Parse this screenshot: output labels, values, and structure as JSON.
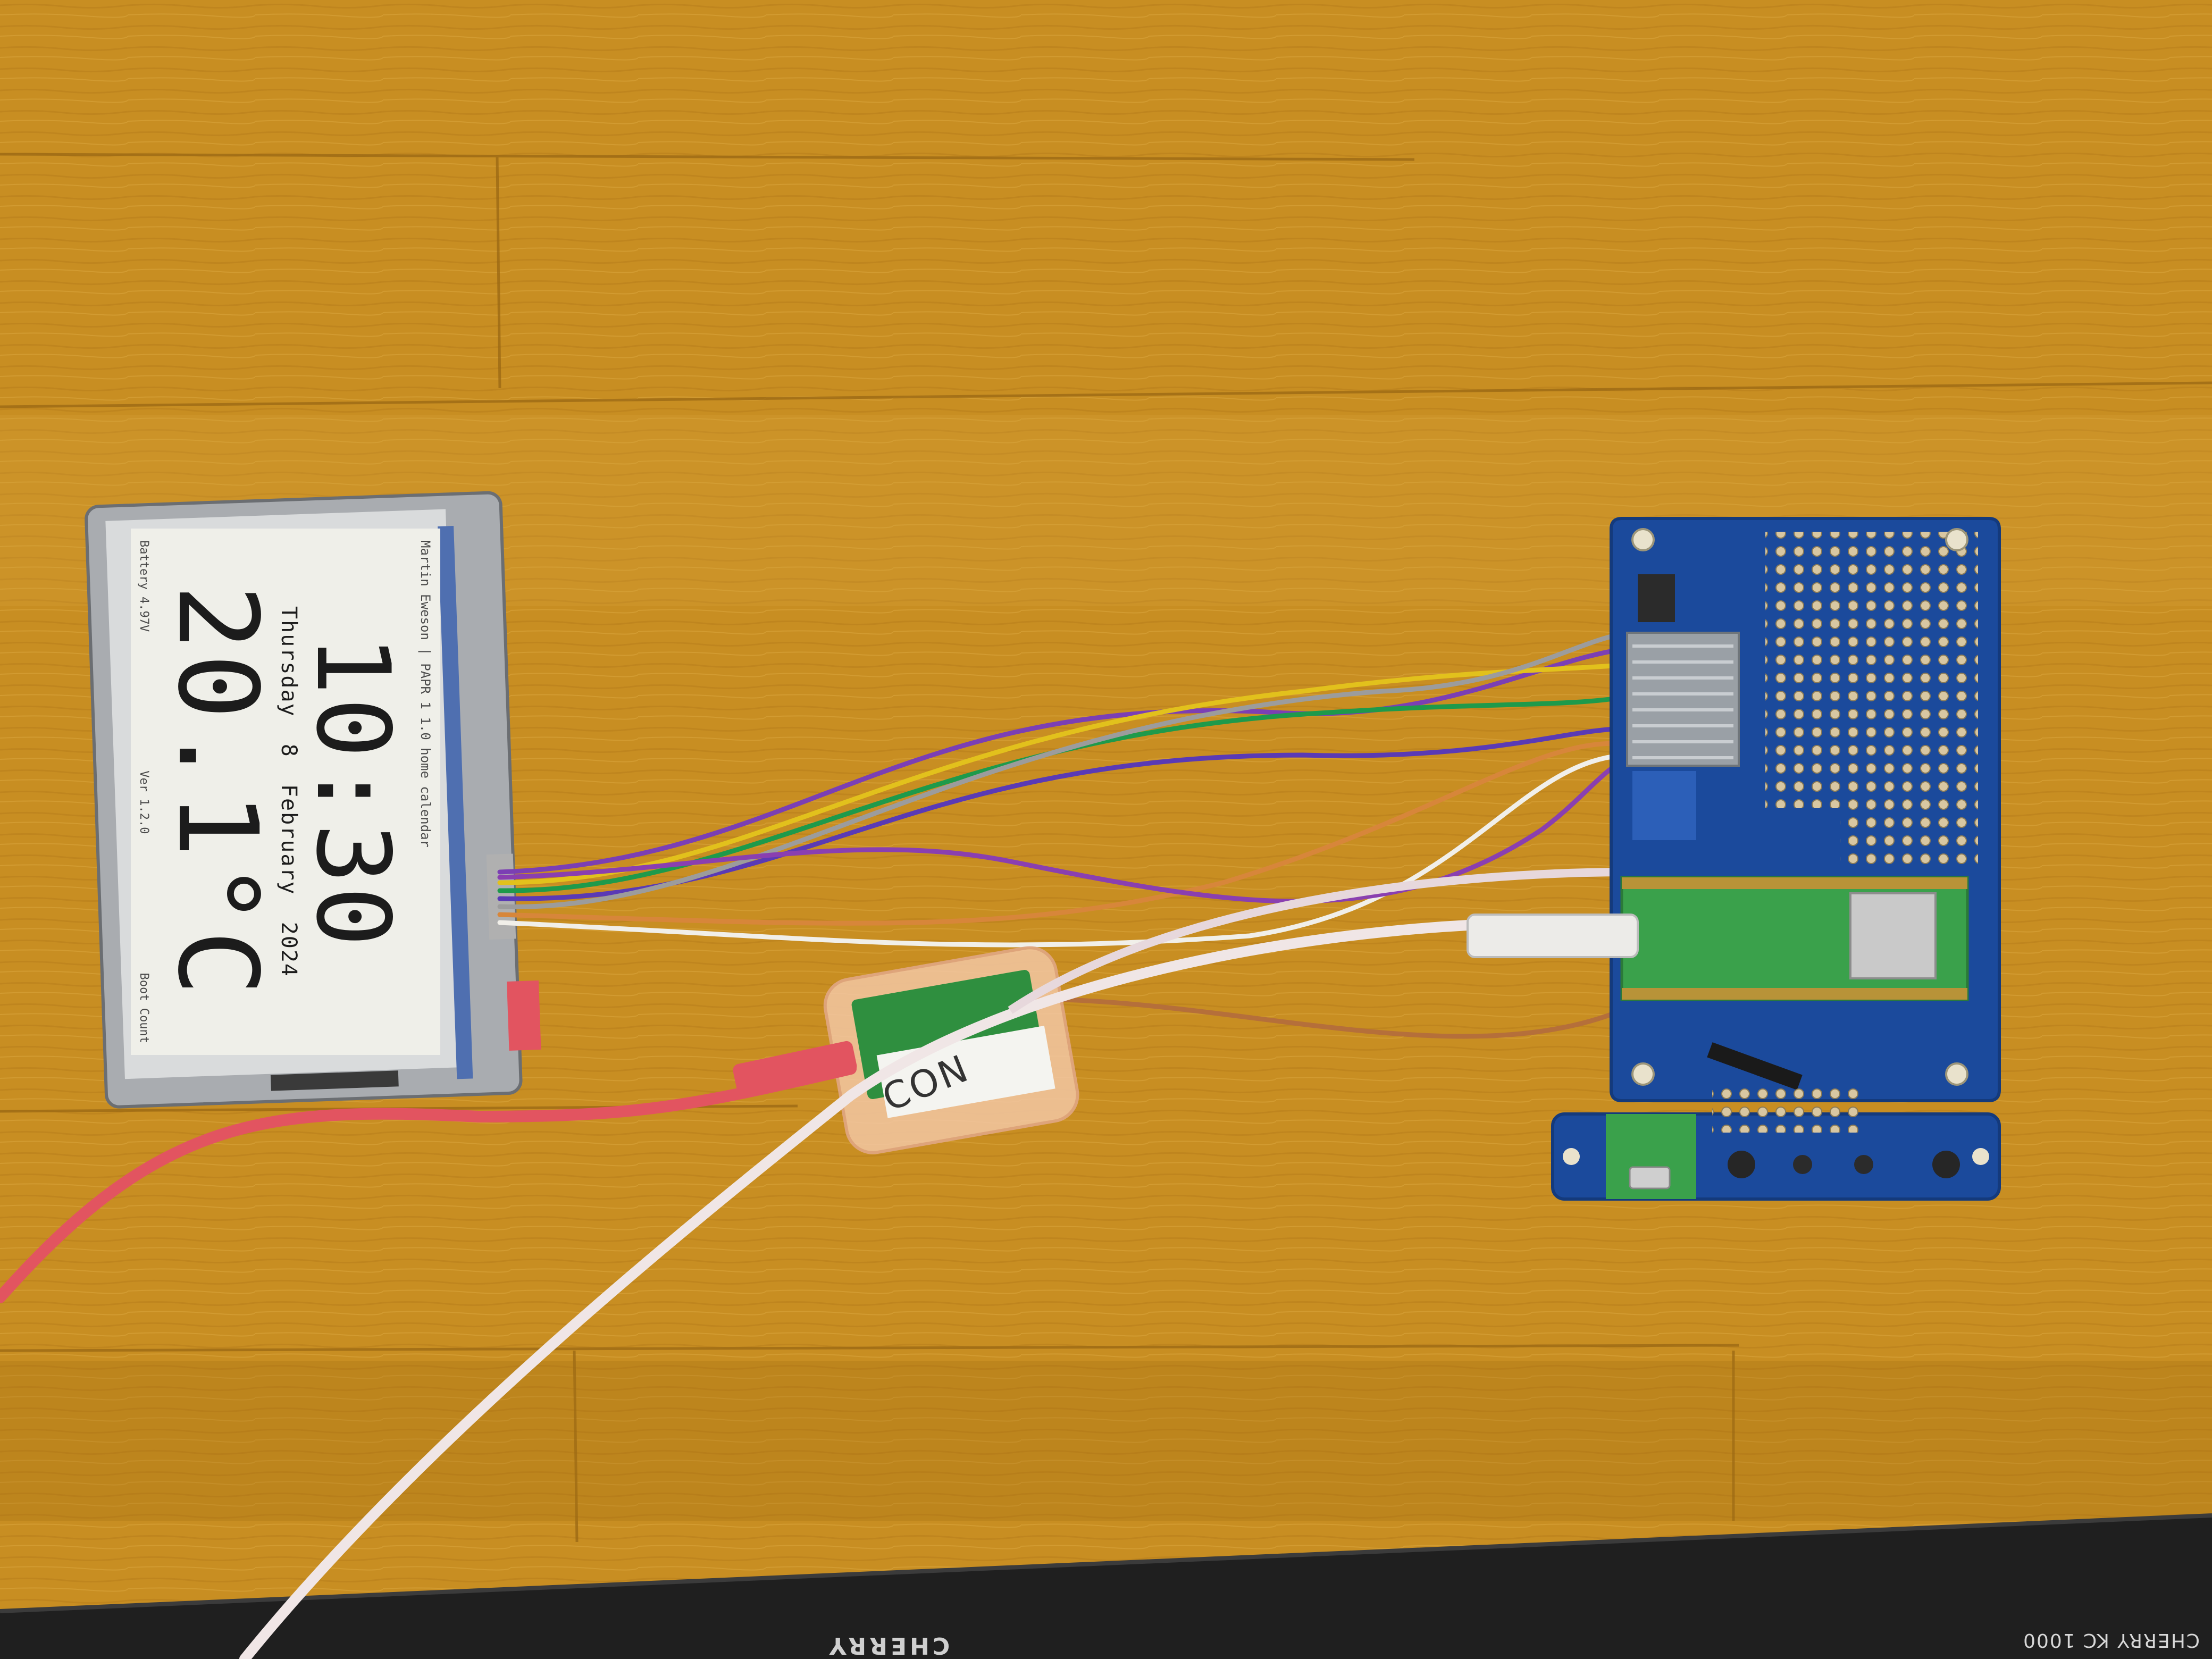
{
  "scene": {
    "colors": {
      "wood": "#c88e22",
      "wood_light": "#d9a33a",
      "pcb_blue": "#1b4a9c",
      "pico_green": "#3aa14b",
      "usb_red": "#e25460",
      "keyboard": "#1f1f1f"
    }
  },
  "epaper": {
    "header": "Martin Eweson  |  PAPR 1 1.0 home calendar",
    "time": "10:30",
    "day": "Thursday",
    "date": "8 February 2024",
    "temperature": "20.1°C",
    "battery": "Battery 4.97V",
    "version": "Ver 1.2.0",
    "boot": "Boot Count"
  },
  "hub_label": "CON",
  "keyboard": {
    "label": "CHERRY KC 1000",
    "brand": "CHERRY"
  }
}
